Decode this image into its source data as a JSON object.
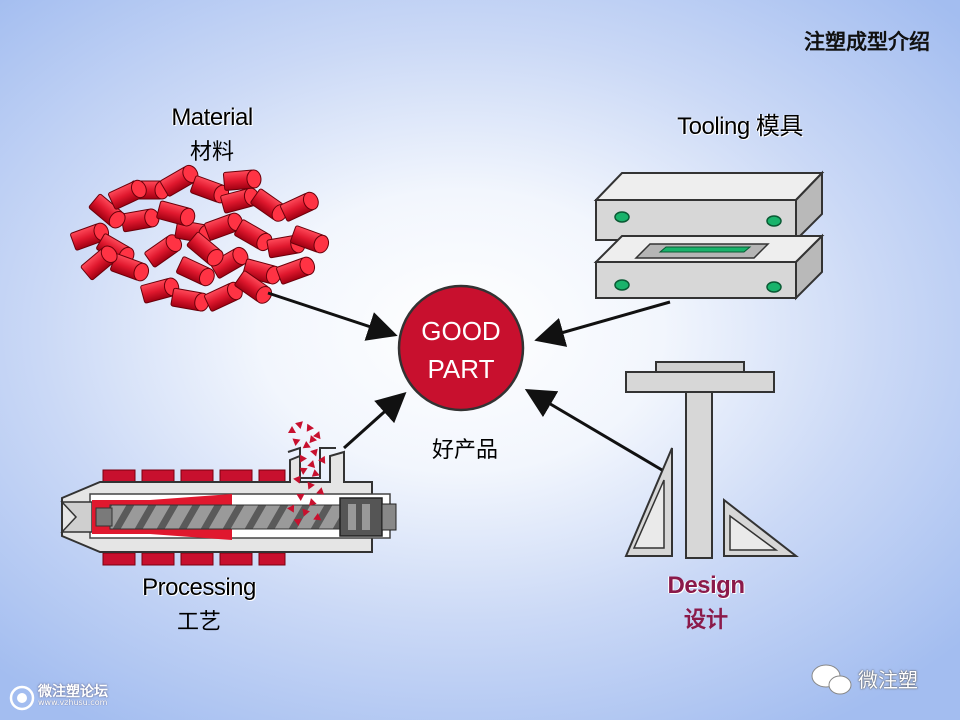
{
  "header": {
    "title": "注塑成型介绍"
  },
  "material": {
    "label_en": "Material",
    "label_cn": "材料"
  },
  "tooling": {
    "label": "Tooling 模具"
  },
  "center": {
    "line1": "GOOD",
    "line2": "PART",
    "caption": "好产品",
    "fill_color": "#c8102e"
  },
  "processing": {
    "label_en": "Processing",
    "label_cn": "工艺"
  },
  "design": {
    "label_en": "Design",
    "label_cn": "设计",
    "color": "#8b1a4a"
  },
  "watermark": {
    "brand": "微注塑",
    "logo_text": "微注塑论坛",
    "logo_url": "www.vzhusu.com"
  },
  "colors": {
    "pellet": "#e0182e",
    "mold": "#d7d7d7",
    "mold_pin": "#19b36b"
  }
}
